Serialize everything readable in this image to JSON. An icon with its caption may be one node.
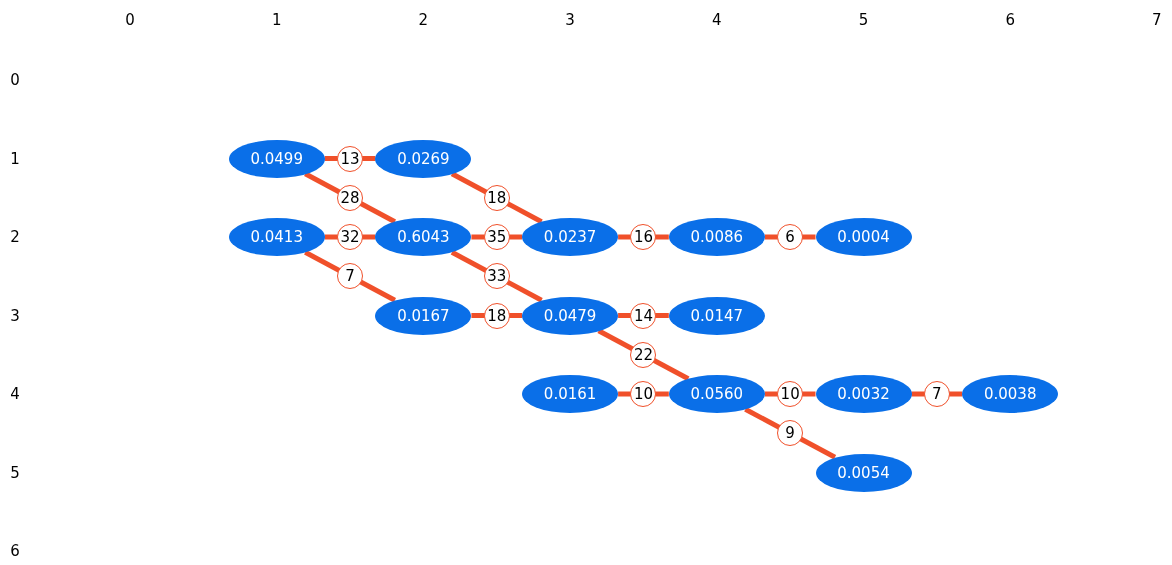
{
  "diagram": {
    "nodes": [
      {
        "text": [
          "0.0499"
        ]
      },
      {
        "text": [
          "0.0269"
        ]
      },
      {
        "text": [
          "0.0413"
        ]
      },
      {
        "text": [
          "0.6043"
        ]
      },
      {
        "text": [
          "0.0237"
        ]
      },
      {
        "text": [
          "0.0086"
        ]
      },
      {
        "text": [
          "0.0004"
        ]
      },
      {
        "text": [
          "0.0167"
        ]
      },
      {
        "text": [
          "0.0479"
        ]
      },
      {
        "text": [
          "0.0147"
        ]
      },
      {
        "text": [
          "0.0161"
        ]
      },
      {
        "text": [
          "0.0560"
        ]
      },
      {
        "text": [
          "0.0032"
        ]
      },
      {
        "text": [
          "0.0038"
        ]
      },
      {
        "text": [
          "0.0054"
        ]
      }
    ],
    "edges": [
      {
        "from": 0,
        "to": 1,
        "arrow": "none",
        "label": "13"
      },
      {
        "from": 0,
        "to": 3,
        "arrow": "none",
        "label": "28"
      },
      {
        "from": 1,
        "to": 4,
        "arrow": "none",
        "label": "18"
      },
      {
        "from": 2,
        "to": 3,
        "arrow": "none",
        "label": "32"
      },
      {
        "from": 3,
        "to": 4,
        "arrow": "none",
        "label": "35"
      },
      {
        "from": 4,
        "to": 5,
        "arrow": "none",
        "label": "16"
      },
      {
        "from": 5,
        "to": 6,
        "arrow": "none",
        "label": "6"
      },
      {
        "from": 2,
        "to": 7,
        "arrow": "none",
        "label": "7"
      },
      {
        "from": 3,
        "to": 8,
        "arrow": "none",
        "label": "33"
      },
      {
        "from": 7,
        "to": 8,
        "arrow": "none",
        "label": "18"
      },
      {
        "from": 8,
        "to": 9,
        "arrow": "none",
        "label": "14"
      },
      {
        "from": 8,
        "to": 11,
        "arrow": "none",
        "label": "22"
      },
      {
        "from": 10,
        "to": 11,
        "arrow": "none",
        "label": "10"
      },
      {
        "from": 11,
        "to": 12,
        "arrow": "none",
        "label": "10"
      },
      {
        "from": 12,
        "to": 13,
        "arrow": "none",
        "label": "7"
      },
      {
        "from": 11,
        "to": 14,
        "arrow": "none",
        "label": "9"
      }
    ],
    "labels": [
      "0",
      "1",
      "2",
      "3",
      "4",
      "5",
      "6",
      "7",
      "0",
      "1",
      "2",
      "3",
      "4",
      "5",
      "6"
    ]
  }
}
